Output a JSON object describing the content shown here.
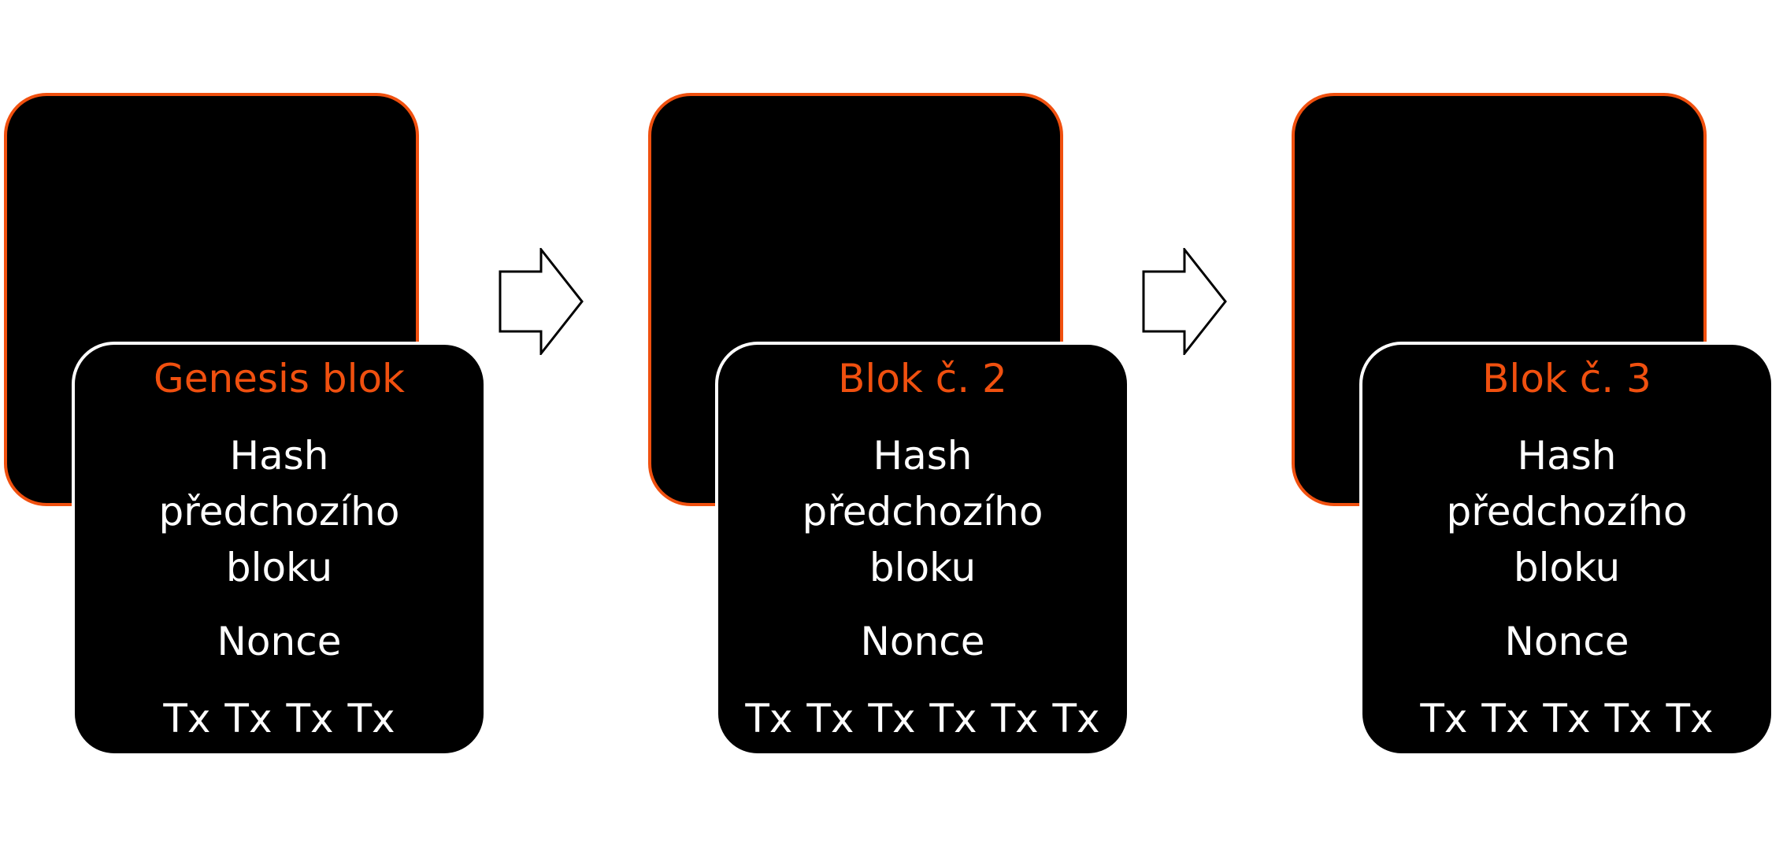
{
  "diagram": {
    "accent_color": "#f0500f",
    "block_color": "#000000",
    "arrow_icon": "right-arrow-icon",
    "blocks": [
      {
        "title": "Genesis blok",
        "hash_label": "Hash\npředchozího\nbloku",
        "nonce_label": "Nonce",
        "transactions": "Tx Tx Tx Tx"
      },
      {
        "title": "Blok č. 2",
        "hash_label": "Hash\npředchozího\nbloku",
        "nonce_label": "Nonce",
        "transactions": "Tx Tx Tx Tx Tx Tx"
      },
      {
        "title": "Blok č. 3",
        "hash_label": "Hash\npředchozího\nbloku",
        "nonce_label": "Nonce",
        "transactions": "Tx Tx Tx Tx Tx"
      }
    ]
  }
}
